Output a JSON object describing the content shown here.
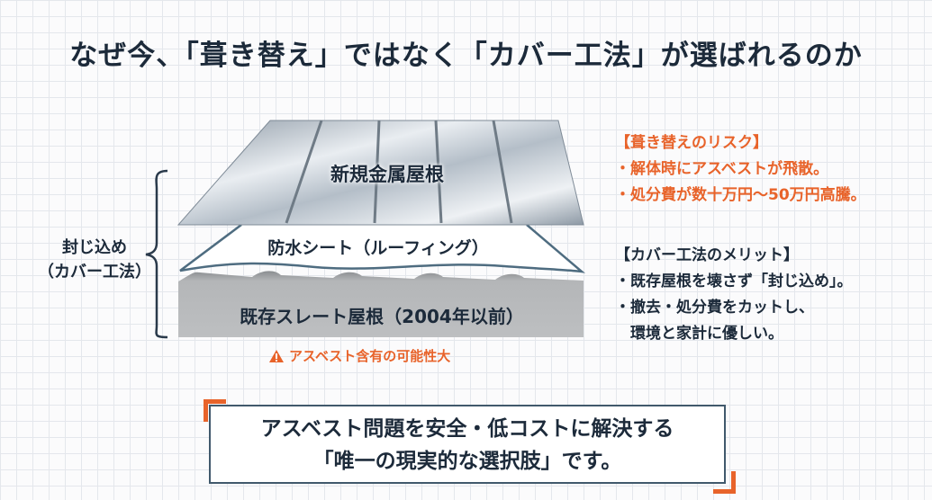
{
  "title": "なぜ今、「葺き替え」ではなく「カバー工法」が選ばれるのか",
  "diagram": {
    "metal_roof": "新規金属屋根",
    "waterproof_sheet": "防水シート（ルーフィング）",
    "existing_slate": "既存スレート屋根（2004年以前）",
    "warning": "アスベスト含有の可能性大",
    "enclosure_label": [
      "封じ込め",
      "（カバー工法）"
    ]
  },
  "risk": {
    "heading": "【葺き替えのリスク】",
    "items": [
      "・解体時にアスベストが飛散。",
      "・処分費が数十万円〜50万円高騰。"
    ]
  },
  "merit": {
    "heading": "【カバー工法のメリット】",
    "items": [
      "・既存屋根を壊さず「封じ込め」。",
      "・撤去・処分費をカットし、",
      "環境と家計に優しい。"
    ]
  },
  "callout": [
    "アスベスト問題を安全・低コストに解決する",
    "「唯一の現実的な選択肢」です。"
  ],
  "colors": {
    "accent": "#e8632a",
    "navy": "#1c2a3a",
    "frame": "#41596c"
  }
}
